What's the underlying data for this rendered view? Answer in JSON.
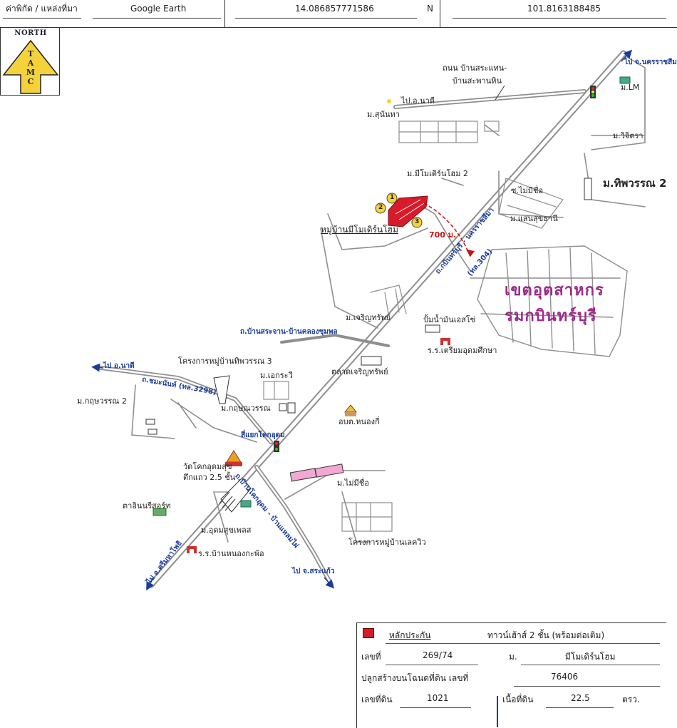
{
  "header": {
    "coord_label": "ค่าพิกัด / แหล่งที่มา",
    "source": "Google Earth",
    "latitude": "14.086857771586",
    "lat_dir": "N",
    "longitude": "101.8163188485"
  },
  "north_arrow": {
    "title": "NORTH",
    "letters": [
      "T",
      "A",
      "M",
      "C"
    ]
  },
  "places": {
    "to_korat": "ไป จ.นครราชสีมา",
    "road_sratan": "ถนน บ้านสระแทน-",
    "road_sratan2": "บ้านสะพานหิน",
    "to_na_di_top": "ไป.อ.นาดี",
    "sunantha": "ม.สุนันทา",
    "m_lm": "ม.LM",
    "wichitra": "ม.วิจิตรา",
    "modern_home2": "ม.มีโมเดิร์นโฮม 2",
    "no_name_soi": "ซ.ไม่มีชื่อ",
    "thipwaran2": "ม.ทิพวรรณ 2",
    "saensuk": "ม.แสนสุขธานี",
    "village_subject": "หมู่บ้านมีโมเดิร์นโฮม",
    "distance": "700 ม.",
    "main_road": "ถ.กบินทร์บุรี - นครราชสีมา",
    "main_road_code": "(ทล.304)",
    "industrial_1": "เขตอุตสาหกร",
    "industrial_2": "รมกบินทร์บุรี",
    "charoensap": "ม.เจริญทรัพย์",
    "gas_station": "ปั้มน้ำมันเอสโซ่",
    "road_srachan": "ถ.บ้านสระจาน-บ้านคลองชุมพล",
    "school_top": "ร.ร.เตรียมอุดมศึกษา",
    "to_na_di_left": "ไป อ.นาดี",
    "project_thip3": "โครงการหมู่บ้านทิพวรรณ 3",
    "road_chomanan": "ถ.ชมะนันท์ (ทล.3298)",
    "charoensap_market": "ตลาดเจริญทรัพย์",
    "ekarawee": "ม.เอกระวี",
    "kritsawan2": "ม.กฤษวรรณ 2",
    "kritsanawan": "ม.กฤษณวรรณ",
    "obt": "อบต.หนองกี่",
    "khok_udom_junction": "สี่แยกโคกอุดม",
    "wat_khok": "วัดโคกอุดมสุข",
    "shophouse": "ตึกแถว 2.5 ชั้น",
    "road_khok": "ถ.บ้านโคกอุดม - บ้านแหลมไผ่",
    "no_name_village": "ม.ไม่มีชื่อ",
    "ta_in_resort": "ตาอินนรีสอร์ท",
    "udom_place": "ม.อุดมสุขเพลส",
    "to_srimahaphot": "ไป อ.ศรีมหาโพธิ",
    "school_bottom": "ร.ร.บ้านหนองกะพ้อ",
    "leswiew": "โครงการหมู่บ้านเลควิว",
    "to_srakaeo": "ไป จ.สระแก้ว"
  },
  "markers": [
    "1",
    "2",
    "3"
  ],
  "legend": {
    "collateral_label": "หลักประกัน",
    "property_type": "ทาวน์เฮ้าส์ 2 ชั้น (พร้อมต่อเติม)",
    "house_no_label": "เลขที่",
    "house_no": "269/74",
    "village_label": "ม.",
    "village": "มีโมเดิร์นโฮม",
    "deed_label": "ปลูกสร้างบนโฉนดที่ดิน เลขที่",
    "deed_no": "76406",
    "land_no_label": "เลขที่ดิน",
    "land_no": "1021",
    "area_label": "เนื้อที่ดิน",
    "area": "22.5",
    "area_unit": "ตรว."
  },
  "colors": {
    "collateral": "#d81b2a",
    "road": "#9a9a9a",
    "industrial_text": "#9a2a8a",
    "road_label": "#1a3d9a",
    "distance": "#c21515",
    "north_arrow": "#f4d23a",
    "pink_block": "#f2a8d2"
  }
}
